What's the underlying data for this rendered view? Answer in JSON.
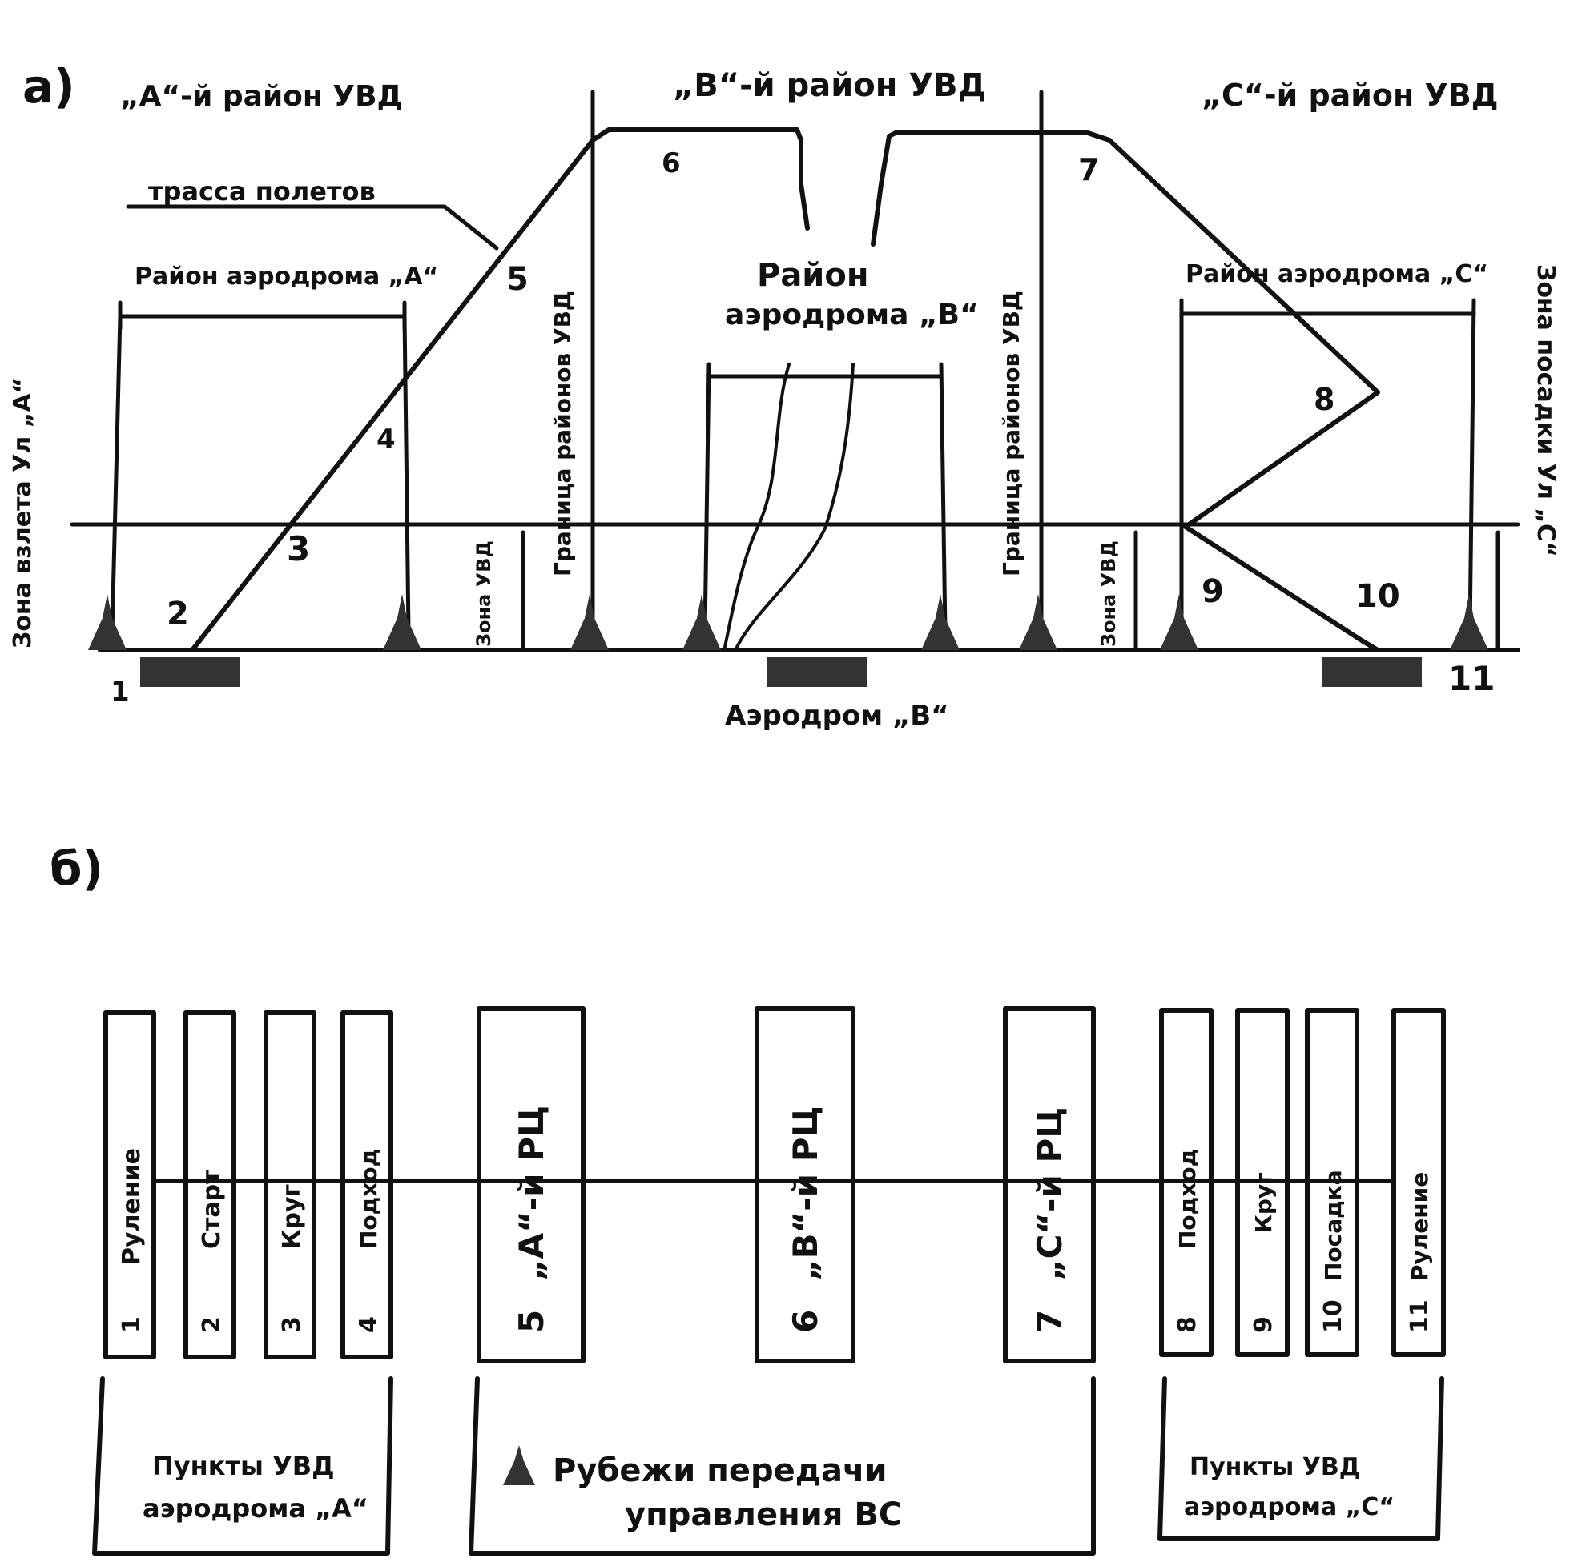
{
  "panel_a": {
    "label": "а)",
    "regions": {
      "a": "„А“-й район УВД",
      "b": "„В“-й район УВД",
      "c": "„С“-й район УВД"
    },
    "route_label": "трасса полетов",
    "aerodrome_area_a": "Район аэродрома „А“",
    "aerodrome_area_b_line1": "Район",
    "aerodrome_area_b_line2": "аэродрома „В“",
    "aerodrome_area_c": "Район аэродрома „С“",
    "boundary_label": "Граница районов УВД",
    "zone_takeoff": "Зона взлета Ул „А“",
    "zone_landing": "Зона посадки Ул „С“",
    "zone_uvd": "Зона УВД",
    "aerodrome_b": "Аэродром „В“",
    "points": [
      "1",
      "2",
      "3",
      "4",
      "5",
      "6",
      "7",
      "8",
      "9",
      "10",
      "11"
    ]
  },
  "panel_b": {
    "label": "б)",
    "boxes": [
      {
        "num": "1",
        "text": "Руление"
      },
      {
        "num": "2",
        "text": "Старт"
      },
      {
        "num": "3",
        "text": "Круг"
      },
      {
        "num": "4",
        "text": "Подход"
      },
      {
        "num": "5",
        "text": "„А“-й РЦ"
      },
      {
        "num": "6",
        "text": "„В“-й РЦ"
      },
      {
        "num": "7",
        "text": "„С“-й РЦ"
      },
      {
        "num": "8",
        "text": "Подход"
      },
      {
        "num": "9",
        "text": "Круг"
      },
      {
        "num": "10",
        "text": "Посадка"
      },
      {
        "num": "11",
        "text": "Руление"
      }
    ],
    "group_a_line1": "Пункты УВД",
    "group_a_line2": "аэродрома „А“",
    "group_mid_line1": "Рубежи передачи",
    "group_mid_line2": "управления ВС",
    "group_c_line1": "Пункты УВД",
    "group_c_line2": "аэродрома „С“"
  }
}
